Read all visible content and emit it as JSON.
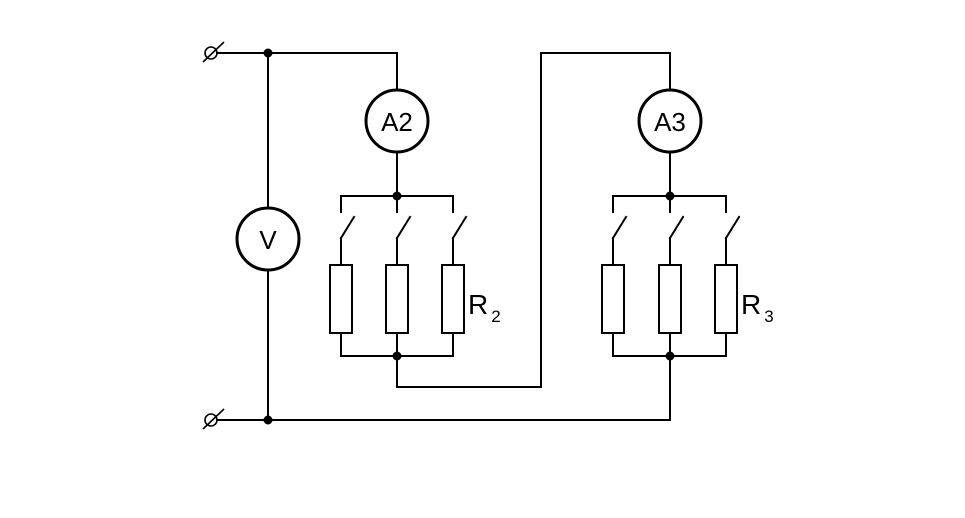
{
  "meters": {
    "voltmeter": "V",
    "ammeter_2": "A2",
    "ammeter_3": "A3"
  },
  "resistor_groups": {
    "group_2": {
      "letter": "R",
      "subscript": "2"
    },
    "group_3": {
      "letter": "R",
      "subscript": "3"
    }
  }
}
